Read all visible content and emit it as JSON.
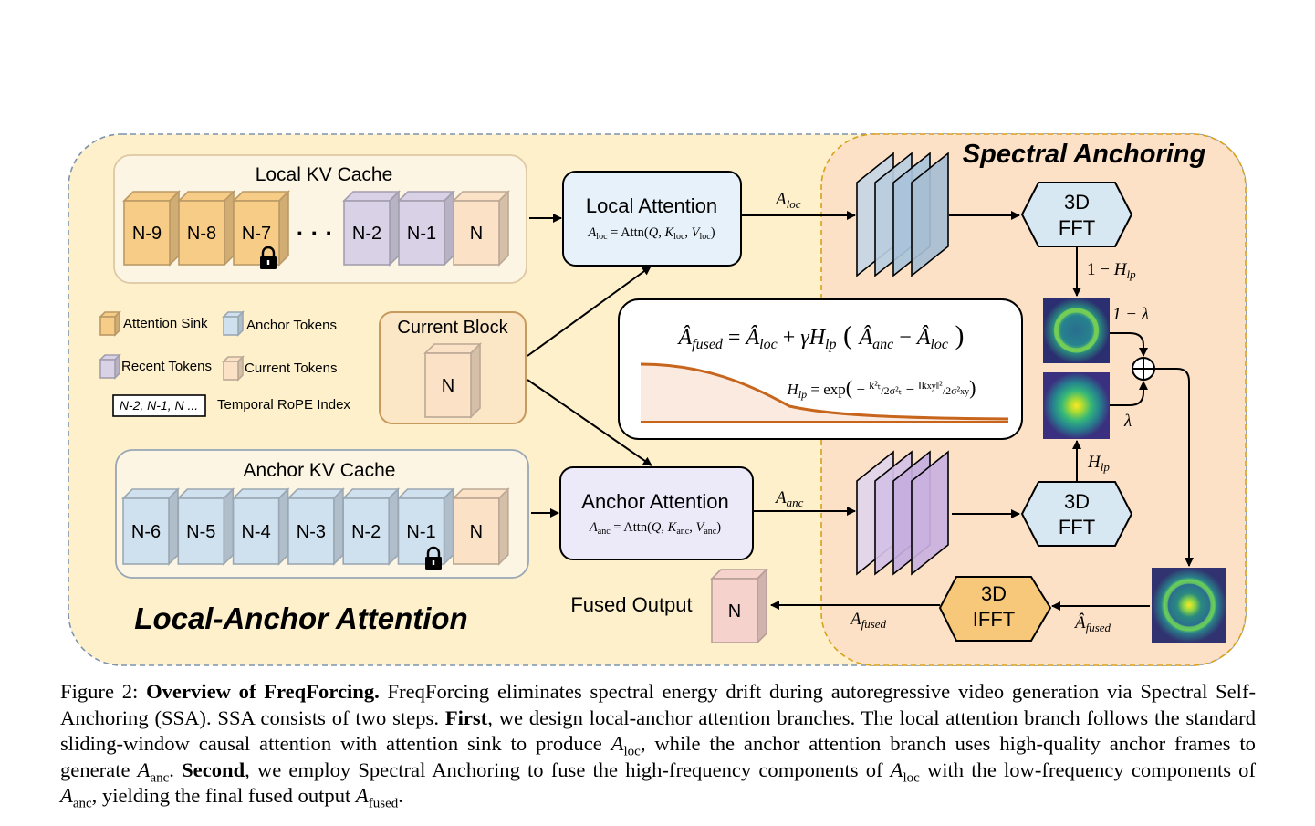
{
  "figure": {
    "local_anchor_title": "Local-Anchor Attention",
    "spectral_title": "Spectral Anchoring",
    "local_cache": {
      "title": "Local KV Cache",
      "tokens": [
        "N-9",
        "N-8",
        "N-7",
        "N-2",
        "N-1",
        "N"
      ],
      "ellipsis": "· · ·"
    },
    "anchor_cache": {
      "title": "Anchor KV Cache",
      "tokens": [
        "N-6",
        "N-5",
        "N-4",
        "N-3",
        "N-2",
        "N-1",
        "N"
      ]
    },
    "legend": {
      "attention_sink": "Attention Sink",
      "anchor_tokens": "Anchor Tokens",
      "recent_tokens": "Recent Tokens",
      "current_tokens": "Current Tokens",
      "rope_box": "N-2, N-1, N ...",
      "rope_label": "Temporal RoPE Index"
    },
    "current_block": {
      "title": "Current Block",
      "token": "N"
    },
    "local_attention": {
      "title": "Local Attention",
      "formula": "A_loc = Attn(Q, K_loc, V_loc)"
    },
    "anchor_attention": {
      "title": "Anchor Attention",
      "formula": "A_anc = Attn(Q, K_anc, V_anc)"
    },
    "fused_output": {
      "label": "Fused Output",
      "token": "N"
    },
    "fft_top": {
      "line1": "3D",
      "line2": "FFT"
    },
    "fft_bottom": {
      "line1": "3D",
      "line2": "FFT"
    },
    "ifft": {
      "line1": "3D",
      "line2": "IFFT"
    },
    "labels": {
      "a_loc": "A_loc",
      "a_anc": "A_anc",
      "one_minus_hlp": "1 − H_lp",
      "hlp": "H_lp",
      "one_minus_lambda": "1 − λ",
      "lambda": "λ",
      "a_fused": "A_fused",
      "a_fused_hat": "Â_fused"
    },
    "formula_box": {
      "main": "Â_fused = Â_loc + γH_lp ( Â_anc − Â_loc )",
      "hlp": "H_lp = exp( − k_t² / 2σ_t² − ||k_xy||² / 2σ_xy² )"
    },
    "colors": {
      "attention_sink": "#f7cc87",
      "anchor_token": "#cfe0ef",
      "recent_token": "#d9d2e6",
      "current_token": "#fbe1c6",
      "outer_bg": "#fdf0cb",
      "spectral_bg": "#fce1c6",
      "curve": "#c8651c",
      "ifft": "#f8c87a"
    }
  },
  "caption": {
    "fig_label": "Figure 2:",
    "title": "Overview of FreqForcing.",
    "s1": "FreqForcing eliminates spectral energy drift during autoregressive video generation via Spectral Self-Anchoring (SSA). SSA consists of two steps.",
    "first": "First",
    "s2": ", we design local-anchor attention branches. The local attention branch follows the standard sliding-window causal attention with attention sink to produce",
    "s3": ", while the anchor attention branch uses high-quality anchor frames to generate",
    "s4": ".",
    "second": "Second",
    "s5": ", we employ Spectral Anchoring to fuse the high-frequency components of",
    "s6": "with the low-frequency components of",
    "s7": ", yielding the final fused output",
    "s8": ".",
    "a_loc": "A",
    "a_loc_sub": "loc",
    "a_anc": "A",
    "a_anc_sub": "anc",
    "a_fused": "A",
    "a_fused_sub": "fused"
  }
}
